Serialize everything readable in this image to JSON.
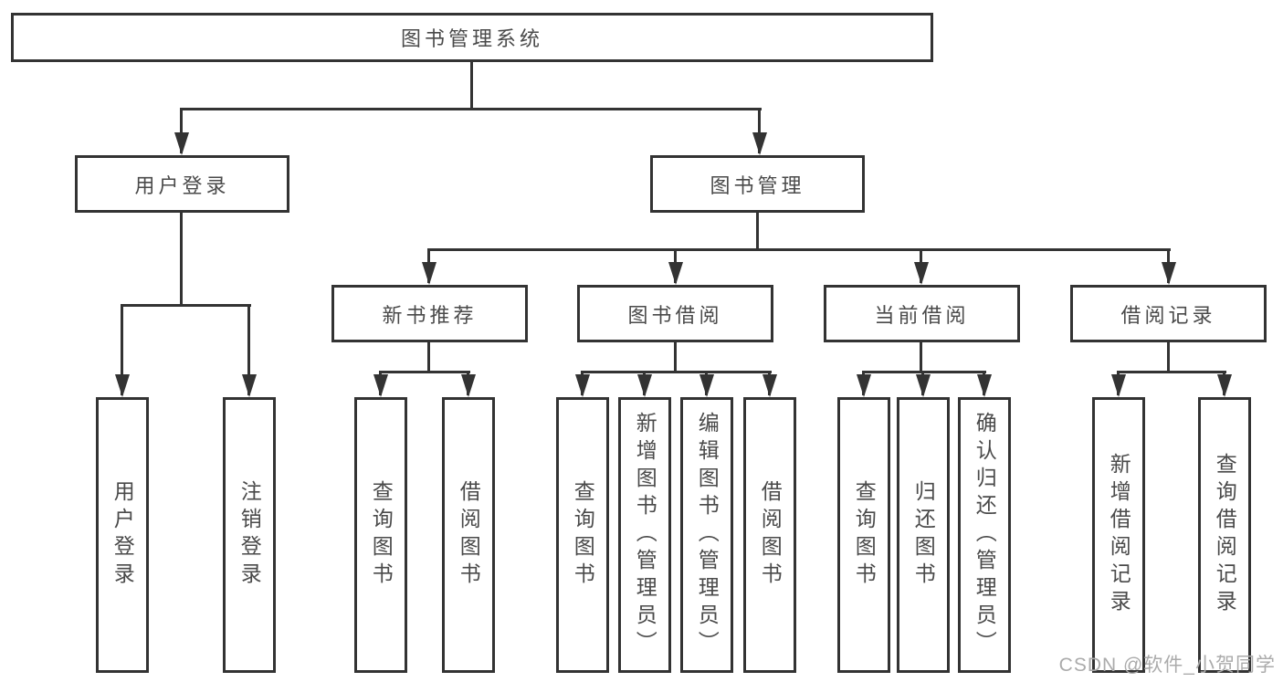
{
  "colors": {
    "line": "#333333",
    "node_border": "#333333",
    "node_background": "#ffffff",
    "text": "#4a4a4a",
    "watermark_text": "#ababab"
  },
  "diagram": {
    "title": "图书管理系统",
    "level2": [
      {
        "label": "用户登录"
      },
      {
        "label": "图书管理"
      }
    ],
    "level3": [
      {
        "label": "新书推荐"
      },
      {
        "label": "图书借阅"
      },
      {
        "label": "当前借阅"
      },
      {
        "label": "借阅记录"
      }
    ],
    "leaves": [
      {
        "label": "用户登录",
        "parent": "用户登录"
      },
      {
        "label": "注销登录",
        "parent": "用户登录"
      },
      {
        "label": "查询图书",
        "parent": "新书推荐"
      },
      {
        "label": "借阅图书",
        "parent": "新书推荐"
      },
      {
        "label": "查询图书",
        "parent": "图书借阅"
      },
      {
        "label": "新增图书（管理员）",
        "parent": "图书借阅"
      },
      {
        "label": "编辑图书（管理员）",
        "parent": "图书借阅"
      },
      {
        "label": "借阅图书",
        "parent": "图书借阅"
      },
      {
        "label": "查询图书",
        "parent": "当前借阅"
      },
      {
        "label": "归还图书",
        "parent": "当前借阅"
      },
      {
        "label": "确认归还（管理员）",
        "parent": "当前借阅"
      },
      {
        "label": "新增借阅记录",
        "parent": "借阅记录"
      },
      {
        "label": "查询借阅记录",
        "parent": "借阅记录"
      }
    ]
  },
  "watermark": "CSDN @软件_小贺同学"
}
